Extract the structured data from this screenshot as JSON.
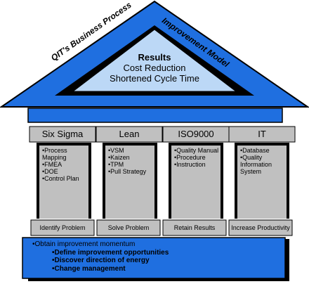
{
  "roof": {
    "left_banner": "QIT's Business Process",
    "right_banner": "Improvement Model"
  },
  "results": {
    "title": "Results",
    "lines": [
      "Cost Reduction",
      "Shortened Cycle Time"
    ]
  },
  "pillars": [
    {
      "title": "Six Sigma",
      "items": [
        "•Process Mapping",
        "•FMEA",
        "•DOE",
        "•Control Plan"
      ],
      "footer": "Identify Problem"
    },
    {
      "title": "Lean",
      "items": [
        "•VSM",
        "•Kaizen",
        "•TPM",
        "•Pull Strategy"
      ],
      "footer": "Solve Problem"
    },
    {
      "title": "ISO9000",
      "items": [
        "•Quality Manual",
        "•Procedure",
        "•Instruction"
      ],
      "footer": "Retain Results"
    },
    {
      "title": "IT",
      "items": [
        "•Database",
        "•Quality Information System"
      ],
      "footer": "Increase Productivity"
    }
  ],
  "foundation": {
    "lead": "•Obtain improvement momentum",
    "items": [
      "•Define improvement opportunities",
      "•Discover direction of energy",
      "•Change management"
    ]
  },
  "colors": {
    "blue": "#1f6fe0",
    "light_blue": "#bcd8f6",
    "gray": "#c0c0c0",
    "outline": "#000000"
  }
}
